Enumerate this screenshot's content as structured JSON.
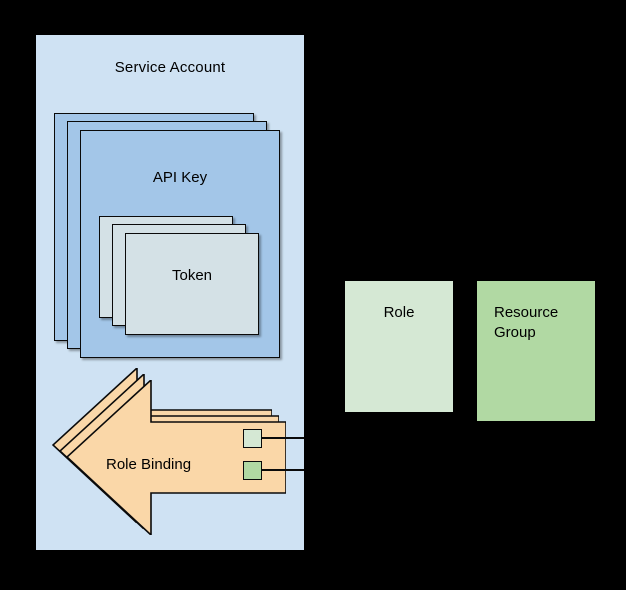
{
  "diagram": {
    "background_color": "#000000",
    "service_account": {
      "label": "Service Account",
      "fill": "#cfe2f3"
    },
    "api_key": {
      "label": "API Key",
      "fill": "#a3c6e8",
      "stack_count": 3
    },
    "token": {
      "label": "Token",
      "fill": "#d4e1e6",
      "stack_count": 3
    },
    "role_binding": {
      "label": "Role Binding",
      "fill": "#fad7a8",
      "stack_count": 3,
      "shape": "left-arrow",
      "connectors": [
        {
          "name": "role-connector",
          "fill": "#d5e8d4"
        },
        {
          "name": "resource-group-connector",
          "fill": "#b1d9a3"
        }
      ]
    },
    "role": {
      "label": "Role",
      "fill": "#d5e8d4"
    },
    "resource_group": {
      "label_line1": "Resource",
      "label_line2": "Group",
      "fill": "#b1d9a3"
    }
  }
}
